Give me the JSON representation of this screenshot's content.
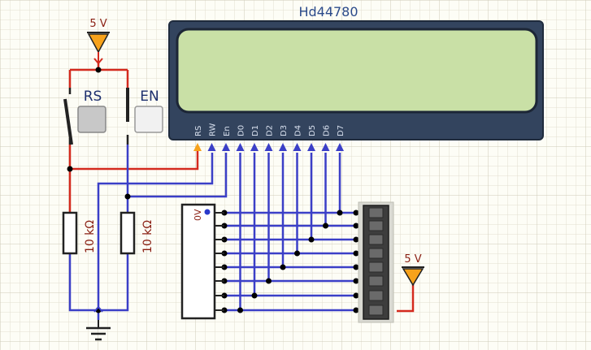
{
  "lcd": {
    "title": "Hd44780",
    "pins": [
      "RS",
      "RW",
      "En",
      "D0",
      "D1",
      "D2",
      "D3",
      "D4",
      "D5",
      "D6",
      "D7"
    ]
  },
  "sources": {
    "top": "5 V",
    "right": "5 V"
  },
  "switches": {
    "rs": "RS",
    "en": "EN"
  },
  "resistors": {
    "left": "10 kΩ",
    "right": "10 kΩ"
  },
  "chip": {
    "pin_label": "0V"
  },
  "colors": {
    "wire_red": "#d42a1e",
    "wire_blue": "#3b3fc7",
    "lcd_body": "#33445e",
    "lcd_screen": "#c9e0a6",
    "source": "#f7a21b",
    "grid_minor": "#dedbcc",
    "grid_major": "#c7c3b0"
  }
}
